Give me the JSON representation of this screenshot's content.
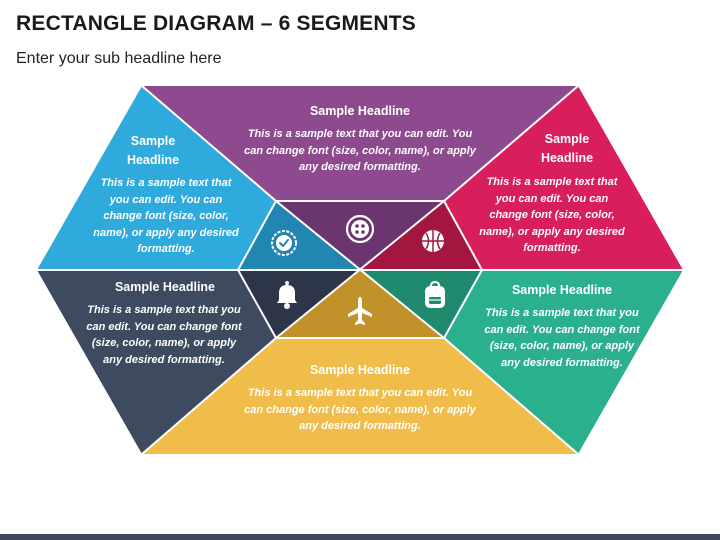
{
  "header": {
    "title": "RECTANGLE DIAGRAM – 6 SEGMENTS",
    "subtitle": "Enter your sub headline here"
  },
  "segments": [
    {
      "id": "top",
      "headline": "Sample Headline",
      "body": "This is a sample text that you can edit. You can change font (size, color, name), or apply any desired formatting.",
      "color": "#8e4a8e",
      "icon": "button-icon"
    },
    {
      "id": "upper-left",
      "headline": "Sample Headline",
      "body": "This is a sample text that you can edit. You can change font (size, color, name), or apply any desired formatting.",
      "color": "#2eaadc",
      "icon": "check-badge-icon"
    },
    {
      "id": "upper-right",
      "headline": "Sample Headline",
      "body": "This is a sample text that you can edit. You can change font (size, color, name), or apply any desired formatting.",
      "color": "#d81e5b",
      "icon": "basketball-icon"
    },
    {
      "id": "lower-left",
      "headline": "Sample Headline",
      "body": "This is a sample text that you can edit. You can change font (size, color, name), or apply any desired formatting.",
      "color": "#3d4a60",
      "icon": "bell-icon"
    },
    {
      "id": "lower-right",
      "headline": "Sample Headline",
      "body": "This is a sample text that you can edit. You can change font (size, color, name), or apply any desired formatting.",
      "color": "#2bb08e",
      "icon": "backpack-icon"
    },
    {
      "id": "bottom",
      "headline": "Sample Headline",
      "body": "This is a sample text that you can edit. You can change font (size, color, name), or apply any desired formatting.",
      "color": "#f0bd4a",
      "icon": "airplane-icon"
    }
  ]
}
